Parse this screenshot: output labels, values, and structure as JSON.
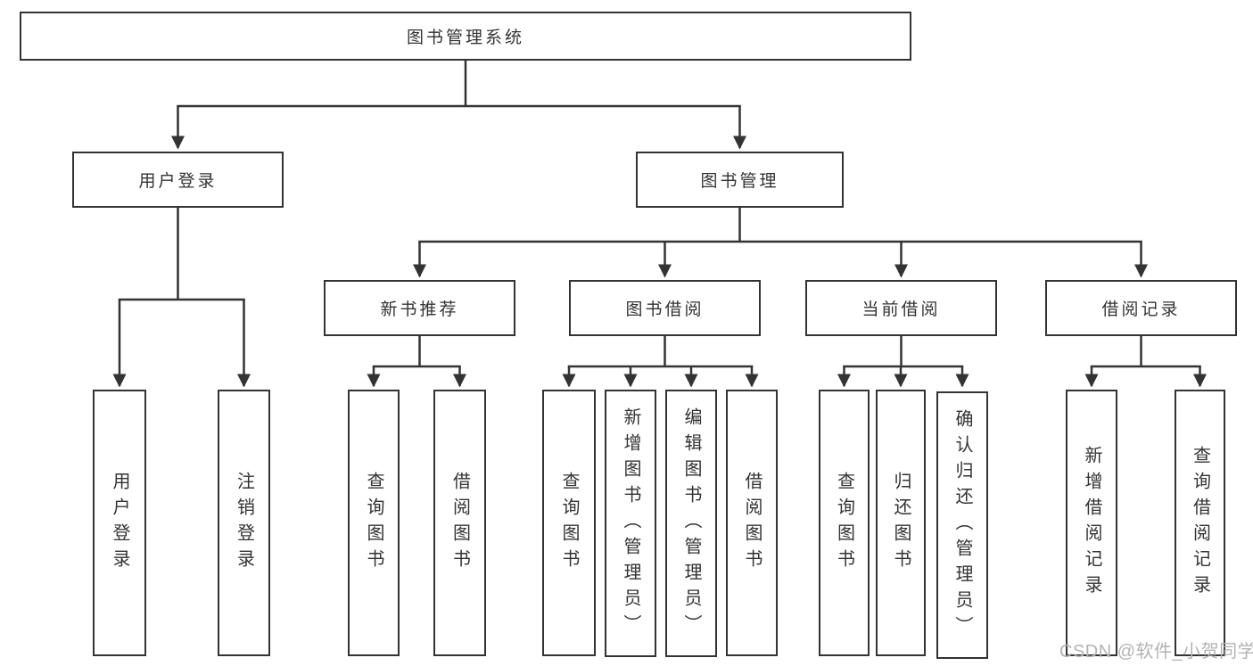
{
  "diagram": {
    "root": {
      "label": "图书管理系统",
      "children": [
        {
          "label": "用户登录",
          "children": [
            {
              "label": "用户登录"
            },
            {
              "label": "注销登录"
            }
          ]
        },
        {
          "label": "图书管理",
          "children": [
            {
              "label": "新书推荐",
              "children": [
                {
                  "label": "查询图书"
                },
                {
                  "label": "借阅图书"
                }
              ]
            },
            {
              "label": "图书借阅",
              "children": [
                {
                  "label": "查询图书"
                },
                {
                  "label": "新增图书（管理员）"
                },
                {
                  "label": "编辑图书（管理员）"
                },
                {
                  "label": "借阅图书"
                }
              ]
            },
            {
              "label": "当前借阅",
              "children": [
                {
                  "label": "查询图书"
                },
                {
                  "label": "归还图书"
                },
                {
                  "label": "确认归还（管理员）"
                }
              ]
            },
            {
              "label": "借阅记录",
              "children": [
                {
                  "label": "新增借阅记录"
                },
                {
                  "label": "查询借阅记录"
                }
              ]
            }
          ]
        }
      ]
    }
  },
  "watermark": {
    "text": "CSDN @软件_小贺同学",
    "color": "#b3b3b3"
  },
  "colors": {
    "line": "#333333",
    "text": "#333333",
    "background": "#ffffff",
    "node_fill": "#ffffff"
  }
}
